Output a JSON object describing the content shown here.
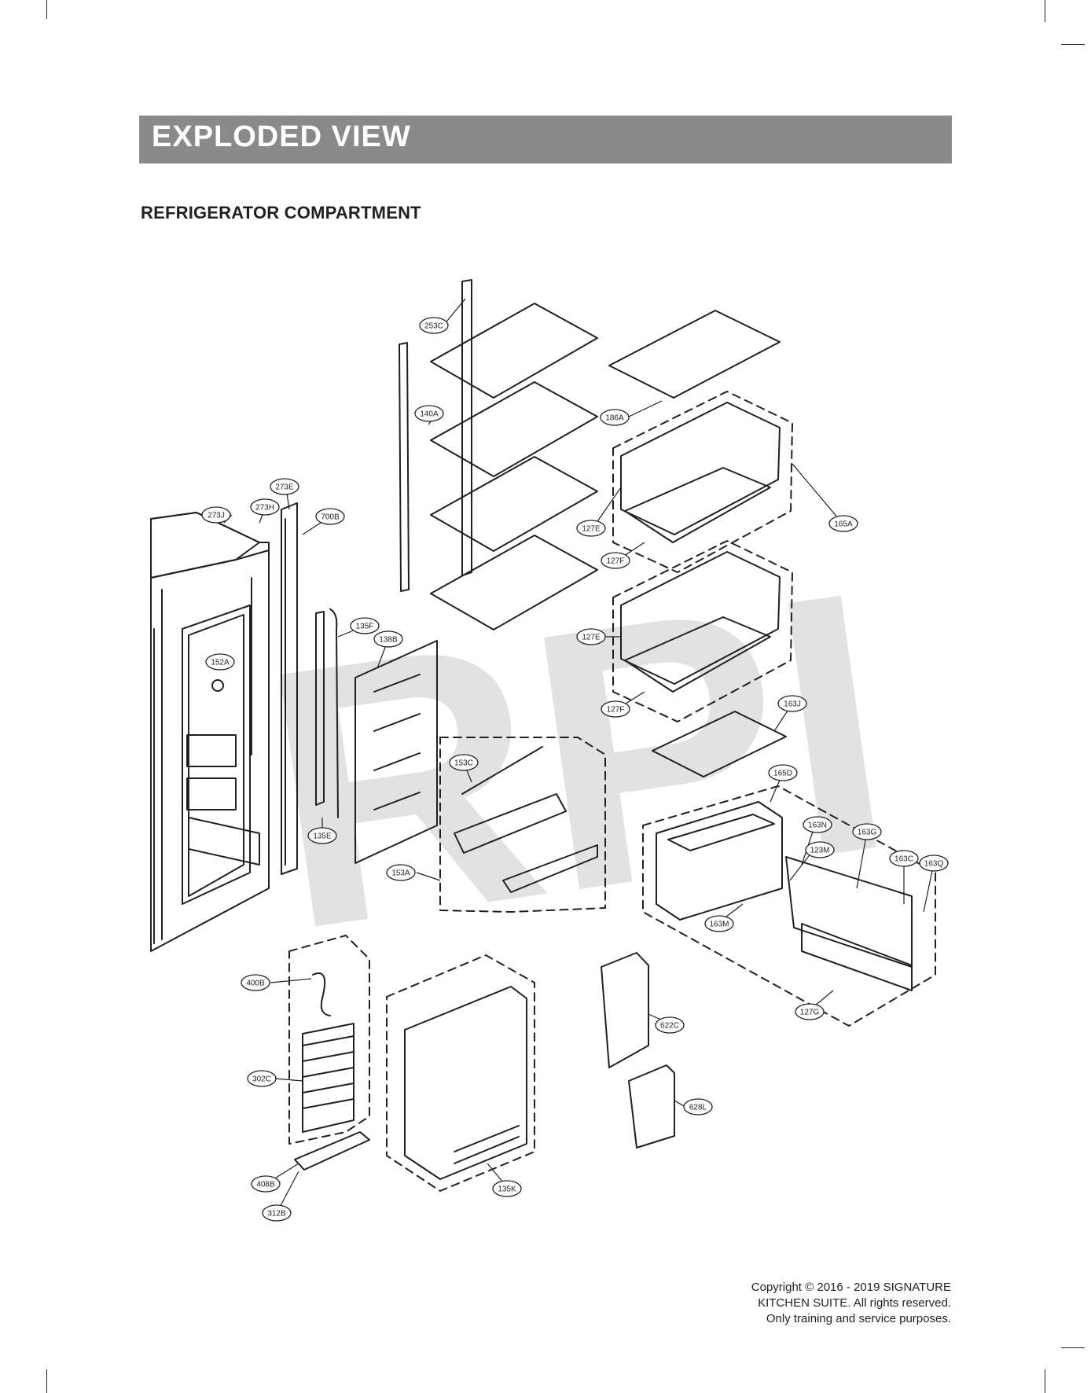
{
  "header": {
    "title": "EXPLODED VIEW"
  },
  "section": {
    "title": "REFRIGERATOR COMPARTMENT"
  },
  "watermark": "RPI",
  "colors": {
    "banner": "#8a8a8a",
    "ink": "#231f20",
    "watermark": "#e2e2e2"
  },
  "parts": [
    {
      "id": "253C"
    },
    {
      "id": "140A"
    },
    {
      "id": "186A"
    },
    {
      "id": "165A"
    },
    {
      "id": "127E"
    },
    {
      "id": "127F"
    },
    {
      "id": "127E"
    },
    {
      "id": "127F"
    },
    {
      "id": "273E"
    },
    {
      "id": "273J"
    },
    {
      "id": "273H"
    },
    {
      "id": "700B"
    },
    {
      "id": "135F"
    },
    {
      "id": "138B"
    },
    {
      "id": "152A"
    },
    {
      "id": "135E"
    },
    {
      "id": "153C"
    },
    {
      "id": "153A"
    },
    {
      "id": "163J"
    },
    {
      "id": "165D"
    },
    {
      "id": "163N"
    },
    {
      "id": "163G"
    },
    {
      "id": "123M"
    },
    {
      "id": "163C"
    },
    {
      "id": "163Q"
    },
    {
      "id": "163M"
    },
    {
      "id": "127G"
    },
    {
      "id": "400B"
    },
    {
      "id": "302C"
    },
    {
      "id": "408B"
    },
    {
      "id": "312B"
    },
    {
      "id": "135K"
    },
    {
      "id": "622C"
    },
    {
      "id": "628L"
    }
  ],
  "footer": {
    "line1": "Copyright © 2016 - 2019 SIGNATURE",
    "line2": "KITCHEN SUITE. All rights reserved.",
    "line3": "Only training and service purposes."
  }
}
